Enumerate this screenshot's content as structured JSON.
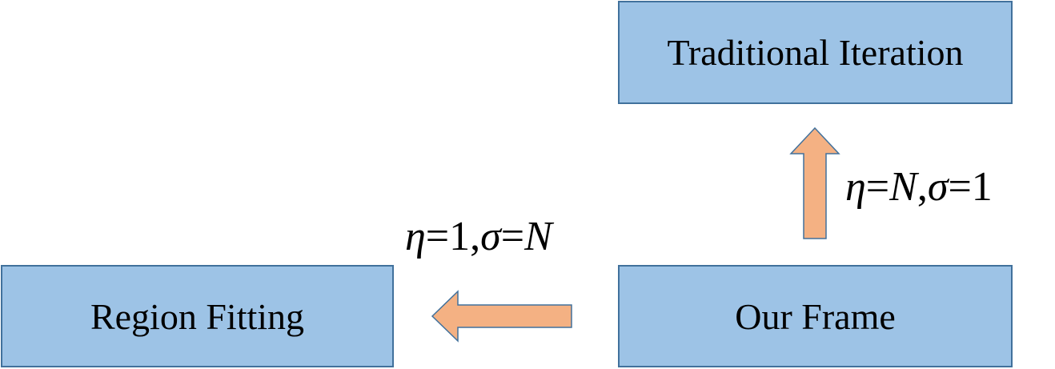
{
  "boxes": {
    "traditional": "Traditional Iteration",
    "our_frame": "Our Frame",
    "region": "Region Fitting"
  },
  "formulas": {
    "up": {
      "eta": "η",
      "eq1": "=",
      "val1": "N",
      "sep": ",",
      "sigma": "σ",
      "eq2": "=",
      "val2": "1"
    },
    "left": {
      "eta": "η",
      "eq1": "=",
      "val1": "1",
      "sep": ",",
      "sigma": "σ",
      "eq2": "=",
      "val2": "N"
    }
  },
  "colors": {
    "box_fill": "#9dc3e6",
    "box_border": "#41719c",
    "arrow_fill": "#f4b183",
    "arrow_border": "#41719c"
  }
}
